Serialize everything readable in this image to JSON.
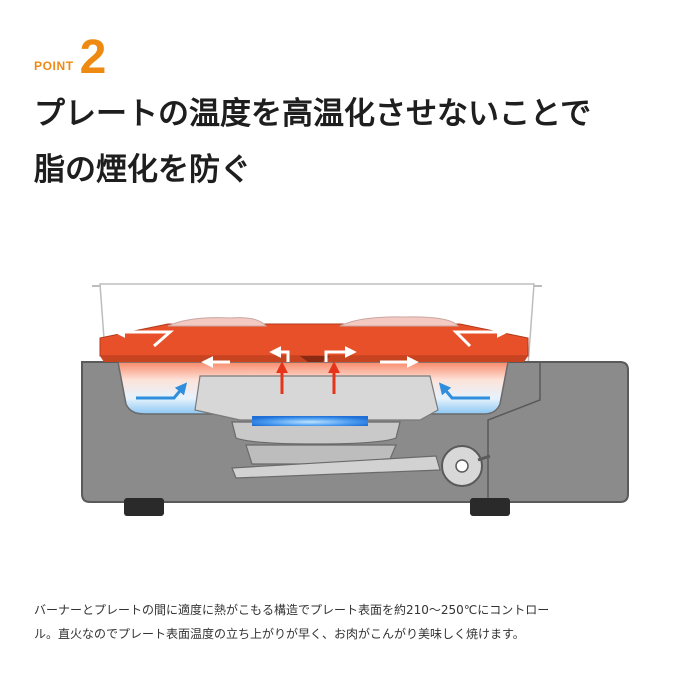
{
  "point": {
    "label": "POINT",
    "number": "2"
  },
  "headline": {
    "line1": "プレートの温度を高温化させないことで",
    "line2": "脂の煙化を防ぐ"
  },
  "caption": {
    "line1": "バーナーとプレートの間に適度に熱がこもる構造でプレート表面を約210〜250℃にコントロー",
    "line2": "ル。直火なのでプレート表面温度の立ち上がりが早く、お肉がこんがり美味しく焼けます。"
  },
  "colors": {
    "accent": "#ee8a12",
    "plate": "#e8502a",
    "heat_arrow": "#e5341a",
    "cool_air": "#4aa8ea",
    "flame": "#1f6fd6",
    "body": "#8b8b8b"
  }
}
